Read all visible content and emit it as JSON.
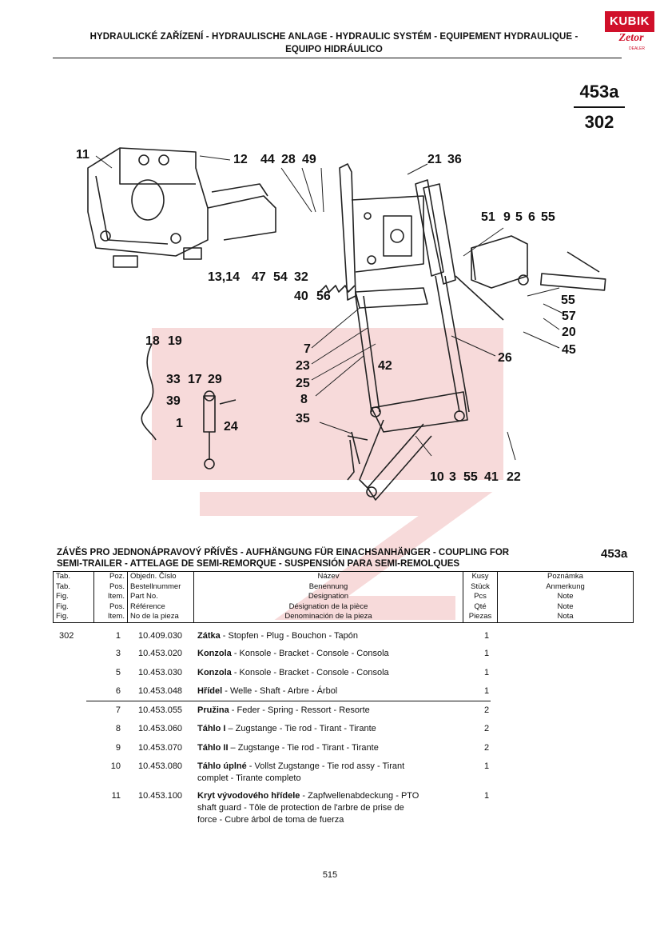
{
  "header": {
    "line1": "HYDRAULICKÉ ZAŘÍZENÍ - HYDRAULISCHE ANLAGE - HYDRAULIC SYSTÉM - EQUIPEMENT HYDRAULIQUE -",
    "line2": "EQUIPO HIDRÁULICO"
  },
  "logo": {
    "brand": "KUBIK",
    "sub": "Zetor",
    "tag": "DEALER",
    "color": "#d0102a"
  },
  "page_code": {
    "top": "453a",
    "bottom": "302"
  },
  "diagram": {
    "callouts": [
      "11",
      "12",
      "44",
      "28",
      "49",
      "21",
      "36",
      "51",
      "9",
      "5",
      "6",
      "55",
      "13,14",
      "47",
      "54",
      "32",
      "40",
      "56",
      "55",
      "57",
      "20",
      "45",
      "26",
      "18",
      "19",
      "7",
      "23",
      "25",
      "42",
      "33",
      "17",
      "29",
      "8",
      "39",
      "1",
      "24",
      "35",
      "10",
      "3",
      "55",
      "41",
      "22"
    ]
  },
  "section": {
    "title_line1": "ZÁVĚS PRO JEDNONÁPRAVOVÝ PŘÍVĚS - AUFHÄNGUNG FÜR EINACHSANHÄNGER - COUPLING FOR",
    "title_line2": "SEMI-TRAILER - ATTELAGE DE SEMI-REMORQUE - SUSPENSIÓN PARA SEMI-REMOLQUES",
    "code": "453a"
  },
  "table_header": {
    "tab": [
      "Tab.",
      "Tab.",
      "Fig.",
      "Fig.",
      "Fig."
    ],
    "pos": [
      "Poz.",
      "Pos.",
      "Item.",
      "Pos.",
      "Item."
    ],
    "part": [
      "Objedn. Číslo",
      "Bestellnummer",
      "Part No.",
      "Référence",
      "No de la pieza"
    ],
    "name": [
      "Název",
      "Benennung",
      "Designation",
      "Désignation de la pièce",
      "Denominación de la pieza"
    ],
    "qty": [
      "Kusy",
      "Stück",
      "Pcs",
      "Qté",
      "Piezas"
    ],
    "note": [
      "Poznámka",
      "Anmerkung",
      "Note",
      "Note",
      "Nota"
    ]
  },
  "rows": [
    {
      "tab": "302",
      "pos": "1",
      "part": "10.409.030",
      "name": "Zátka",
      "desc": " - Stopfen - Plug - Bouchon - Tapón",
      "desc2": "",
      "desc3": "",
      "qty": "1"
    },
    {
      "tab": "",
      "pos": "3",
      "part": "10.453.020",
      "name": "Konzola",
      "desc": " - Konsole - Bracket - Console - Consola",
      "desc2": "",
      "desc3": "",
      "qty": "1"
    },
    {
      "tab": "",
      "pos": "5",
      "part": "10.453.030",
      "name": "Konzola",
      "desc": " - Konsole - Bracket - Console - Consola",
      "desc2": "",
      "desc3": "",
      "qty": "1"
    },
    {
      "tab": "",
      "pos": "6",
      "part": "10.453.048",
      "name": "Hřídel",
      "desc": " - Welle - Shaft - Arbre - Árbol",
      "desc2": "",
      "desc3": "",
      "qty": "1"
    },
    {
      "tab": "",
      "pos": "7",
      "part": "10.453.055",
      "name": "Pružina",
      "desc": " - Feder  - Spring - Ressort - Resorte",
      "desc2": "",
      "desc3": "",
      "qty": "2"
    },
    {
      "tab": "",
      "pos": "8",
      "part": "10.453.060",
      "name": "Táhlo I",
      "desc": " – Zugstange - Tie rod - Tirant - Tirante",
      "desc2": "",
      "desc3": "",
      "qty": "2"
    },
    {
      "tab": "",
      "pos": "9",
      "part": "10.453.070",
      "name": "Táhlo II",
      "desc": " – Zugstange - Tie rod - Tirant - Tirante",
      "desc2": "",
      "desc3": "",
      "qty": "2"
    },
    {
      "tab": "",
      "pos": "10",
      "part": "10.453.080",
      "name": "Táhlo úplné",
      "desc": " - Vollst  Zugstange - Tie rod assy - Tirant",
      "desc2": "complet - Tirante completo",
      "desc3": "",
      "qty": "1"
    },
    {
      "tab": "",
      "pos": "11",
      "part": "10.453.100",
      "name": "Kryt vývodového hřídele",
      "desc": " - Zapfwellenabdeckung - PTO",
      "desc2": "shaft guard - Tôle de protection de l'arbre de prise de",
      "desc3": "force - Cubre árbol de toma de fuerza",
      "qty": "1"
    }
  ],
  "page_number": "515"
}
